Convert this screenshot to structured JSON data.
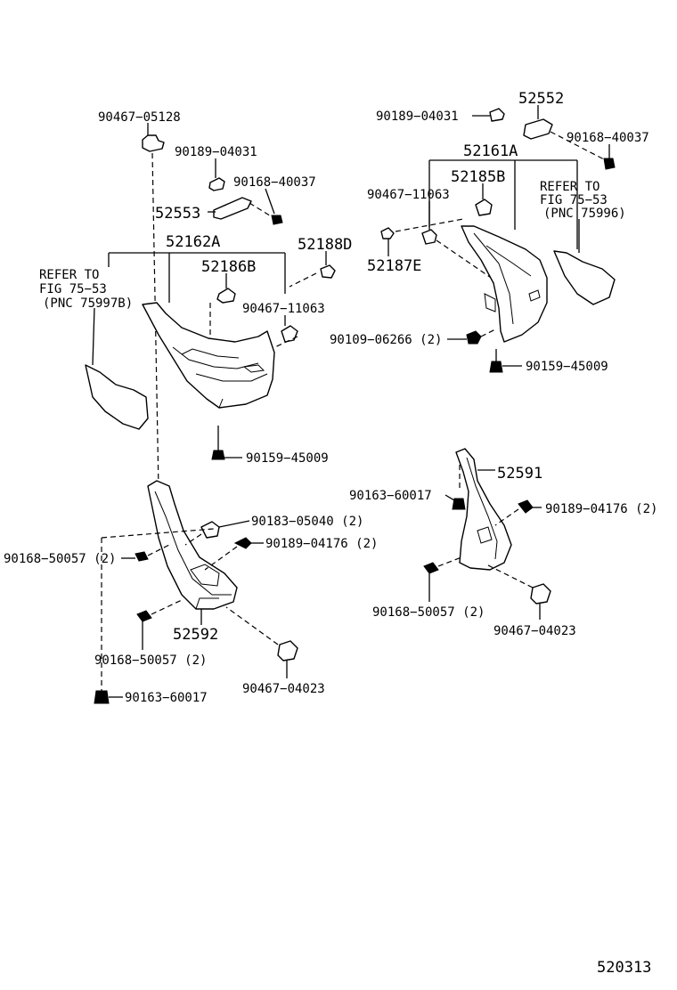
{
  "labels": {
    "p90467_05128": "90467−05128",
    "p90189_04031_a": "90189−04031",
    "p90168_40037_a": "90168−40037",
    "p52553": "52553",
    "p52162A": "52162A",
    "p52188D": "52188D",
    "p52186B": "52186B",
    "p90467_11063_a": "90467−11063",
    "refer_left_1": "REFER TO",
    "refer_left_2": "FIG 75−53",
    "refer_left_3": "(PNC 75997B)",
    "p90159_45009_a": "90159−45009",
    "p52552": "52552",
    "p90189_04031_b": "90189−04031",
    "p90168_40037_b": "90168−40037",
    "p52161A": "52161A",
    "p52185B": "52185B",
    "p90467_11063_b": "90467−11063",
    "refer_right_1": "REFER TO",
    "refer_right_2": "FIG 75−53",
    "refer_right_3": "(PNC 75996)",
    "p52187E": "52187E",
    "p90109_06266": "90109−06266 (2)",
    "p90159_45009_b": "90159−45009",
    "p90183_05040": "90183−05040 (2)",
    "p90189_04176_a": "90189−04176 (2)",
    "p90168_50057_a": "90168−50057 (2)",
    "p52592": "52592",
    "p90168_50057_b": "90168−50057 (2)",
    "p90163_60017_a": "90163−60017",
    "p90467_04023_a": "90467−04023",
    "p52591": "52591",
    "p90163_60017_b": "90163−60017",
    "p90189_04176_b": "90189−04176 (2)",
    "p90168_50057_c": "90168−50057 (2)",
    "p90467_04023_b": "90467−04023",
    "figure_code": "520313"
  }
}
